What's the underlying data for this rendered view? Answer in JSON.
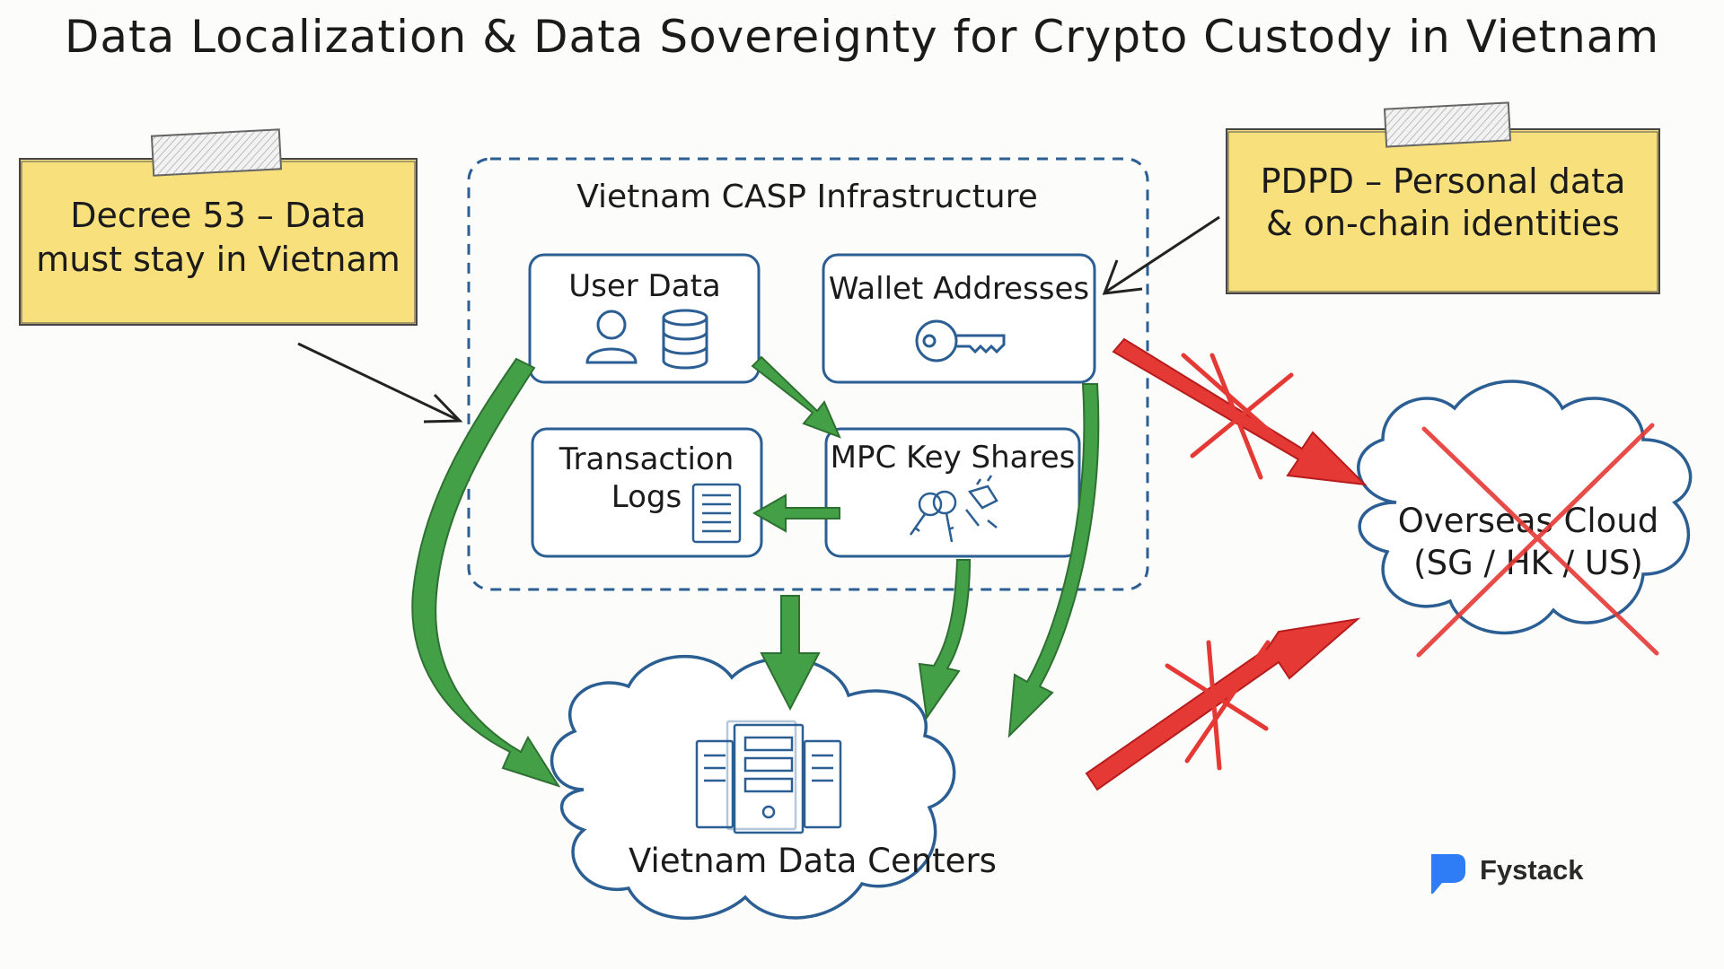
{
  "title": "Data Localization & Data Sovereignty for Crypto Custody in Vietnam",
  "notes": {
    "decree": {
      "line1": "Decree 53 – Data",
      "line2": "must stay in Vietnam"
    },
    "pdpd": {
      "line1": "PDPD – Personal data",
      "line2": "& on-chain identities"
    }
  },
  "infrastructure": {
    "label": "Vietnam CASP Infrastructure",
    "user_data": "User Data",
    "wallet_addresses": "Wallet Addresses",
    "tx_line1": "Transaction",
    "tx_line2": "Logs",
    "mpc": "MPC Key Shares"
  },
  "clouds": {
    "datacenters": "Vietnam Data Centers",
    "overseas_line1": "Overseas Cloud",
    "overseas_line2": "(SG / HK / US)"
  },
  "brand": "Fystack",
  "colors": {
    "note_fill": "#f8e07c",
    "box_stroke": "#2b5e93",
    "allowed_arrow": "#43a047",
    "blocked_arrow": "#e53935"
  },
  "icons": [
    "user-icon",
    "database-icon",
    "key-icon",
    "document-icon",
    "keys-icon",
    "server-icon",
    "tape-icon",
    "fystack-logo-icon"
  ]
}
